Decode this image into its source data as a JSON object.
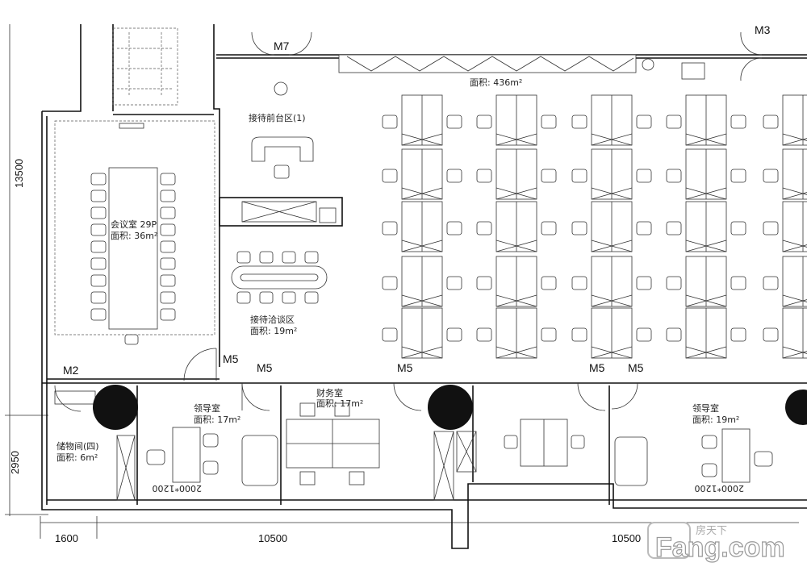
{
  "rooms": {
    "reception_front": {
      "name": "接待前台区(1)"
    },
    "meeting": {
      "name": "会议室 29P",
      "area": "面积: 36m²"
    },
    "reception_talk": {
      "name": "接待洽谈区",
      "area": "面积: 19m²"
    },
    "open_office": {
      "area": "面积: 436m²"
    },
    "leader_left": {
      "name": "领导室",
      "area": "面积: 17m²"
    },
    "finance": {
      "name": "财务室",
      "area": "面积: 17m²"
    },
    "storage": {
      "name": "储物间(四)",
      "area": "面积: 6m²"
    },
    "leader_right": {
      "name": "领导室",
      "area": "面积: 19m²"
    }
  },
  "doors": {
    "m7": "M7",
    "m5": "M5",
    "m2": "M2",
    "m3": "M3"
  },
  "dimensions": {
    "d1600": "1600",
    "d10500a": "10500",
    "d10500b": "10500",
    "d13500": "13500",
    "d2950": "2950"
  },
  "desk_sizes": {
    "left": "2000*1200",
    "right": "2000*1200"
  },
  "watermark": {
    "cn": "房天下",
    "en": "Fang.com"
  }
}
